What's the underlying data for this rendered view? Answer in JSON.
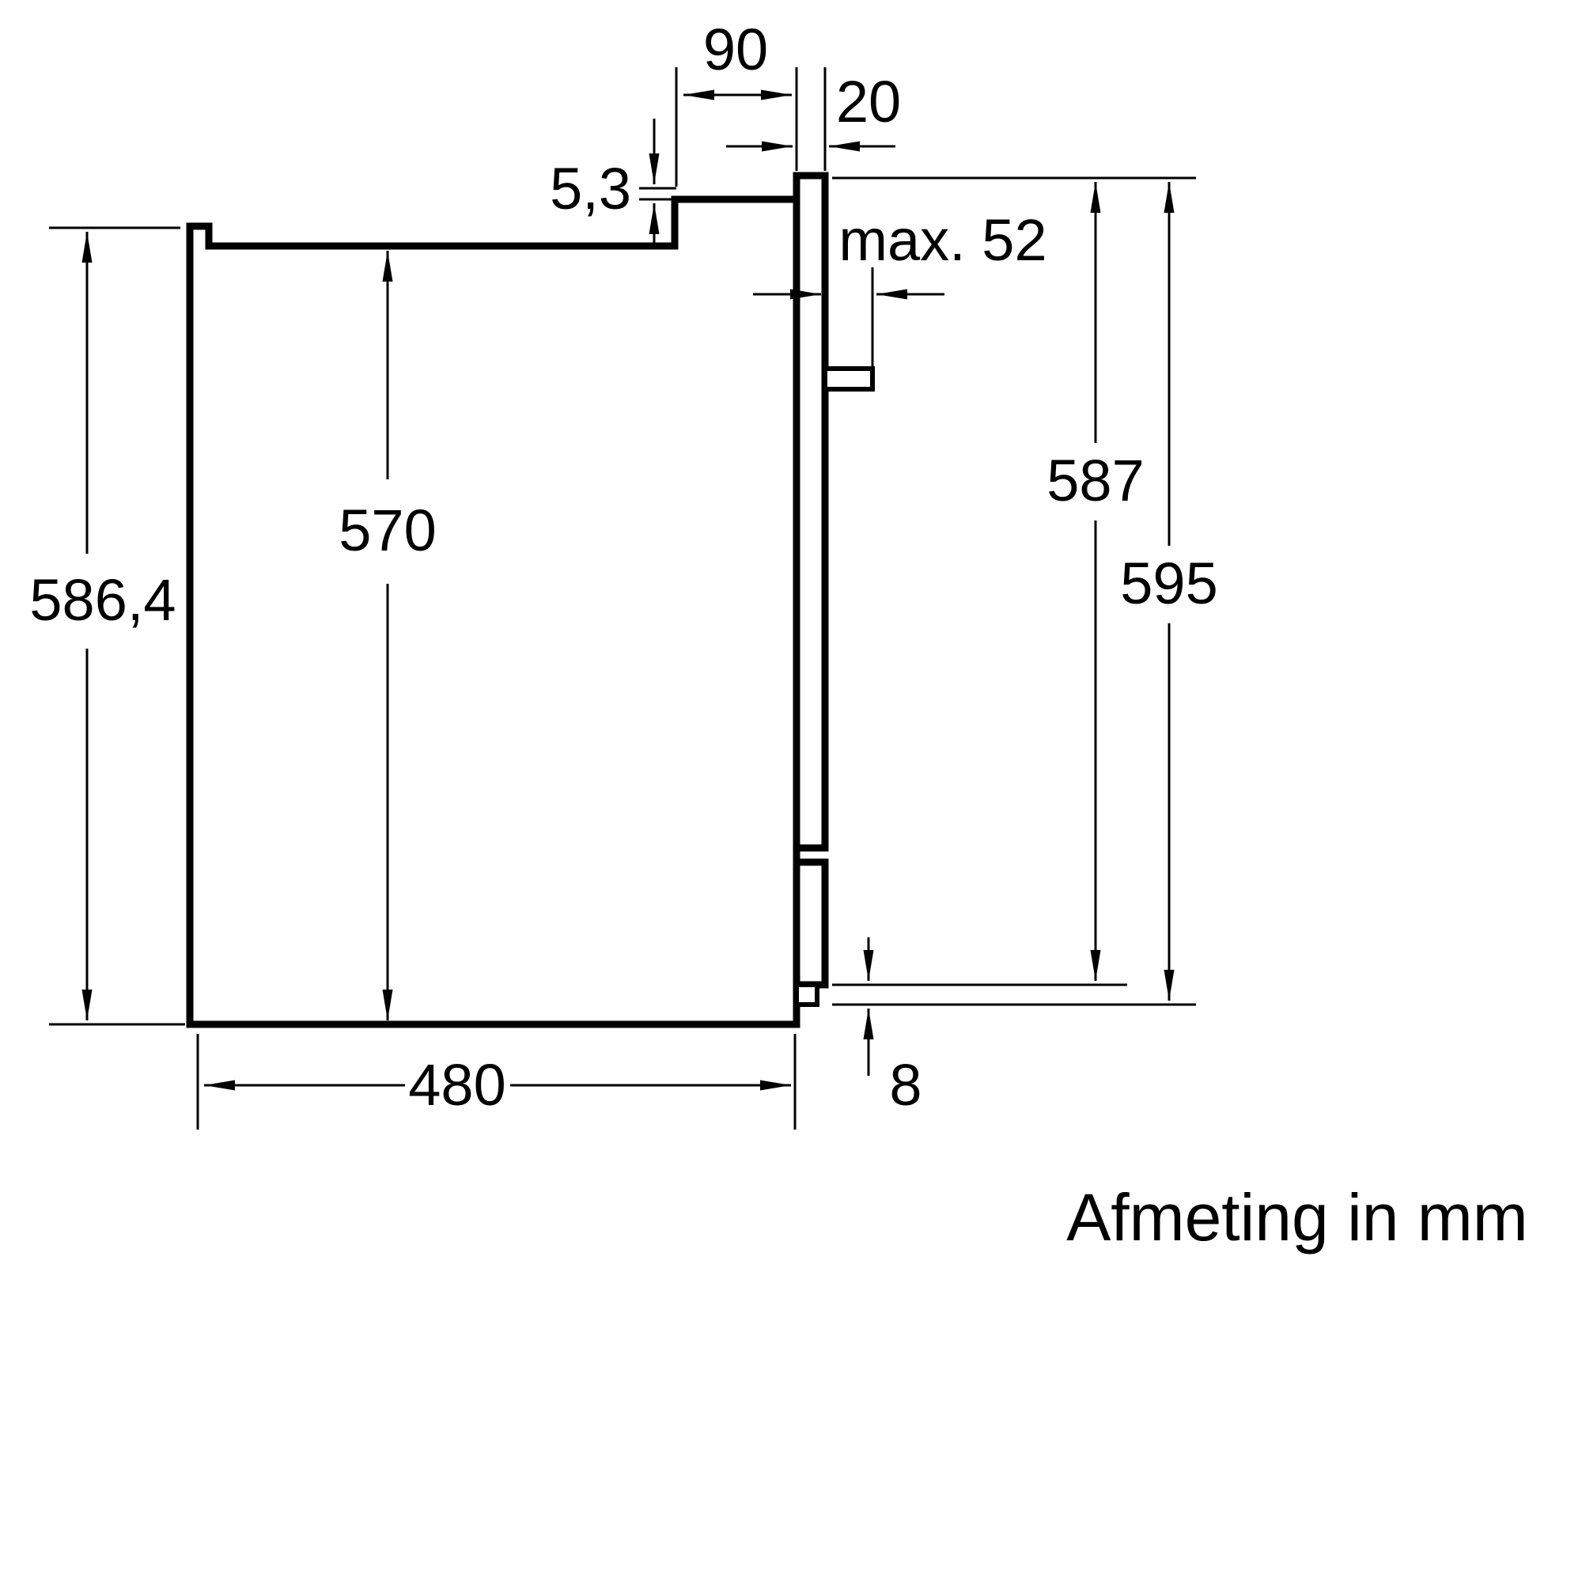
{
  "diagram": {
    "caption": "Afmeting in mm",
    "colors": {
      "ink": "#000000",
      "background": "#ffffff"
    },
    "dims": {
      "recess_depth": "90",
      "front_gap": "20",
      "frame_offset": "5,3",
      "handle_depth": "max. 52",
      "frame_height": "587",
      "total_height": "595",
      "niche_height": "586,4",
      "inner_height": "570",
      "base_depth": "480",
      "bottom_gap": "8"
    }
  }
}
